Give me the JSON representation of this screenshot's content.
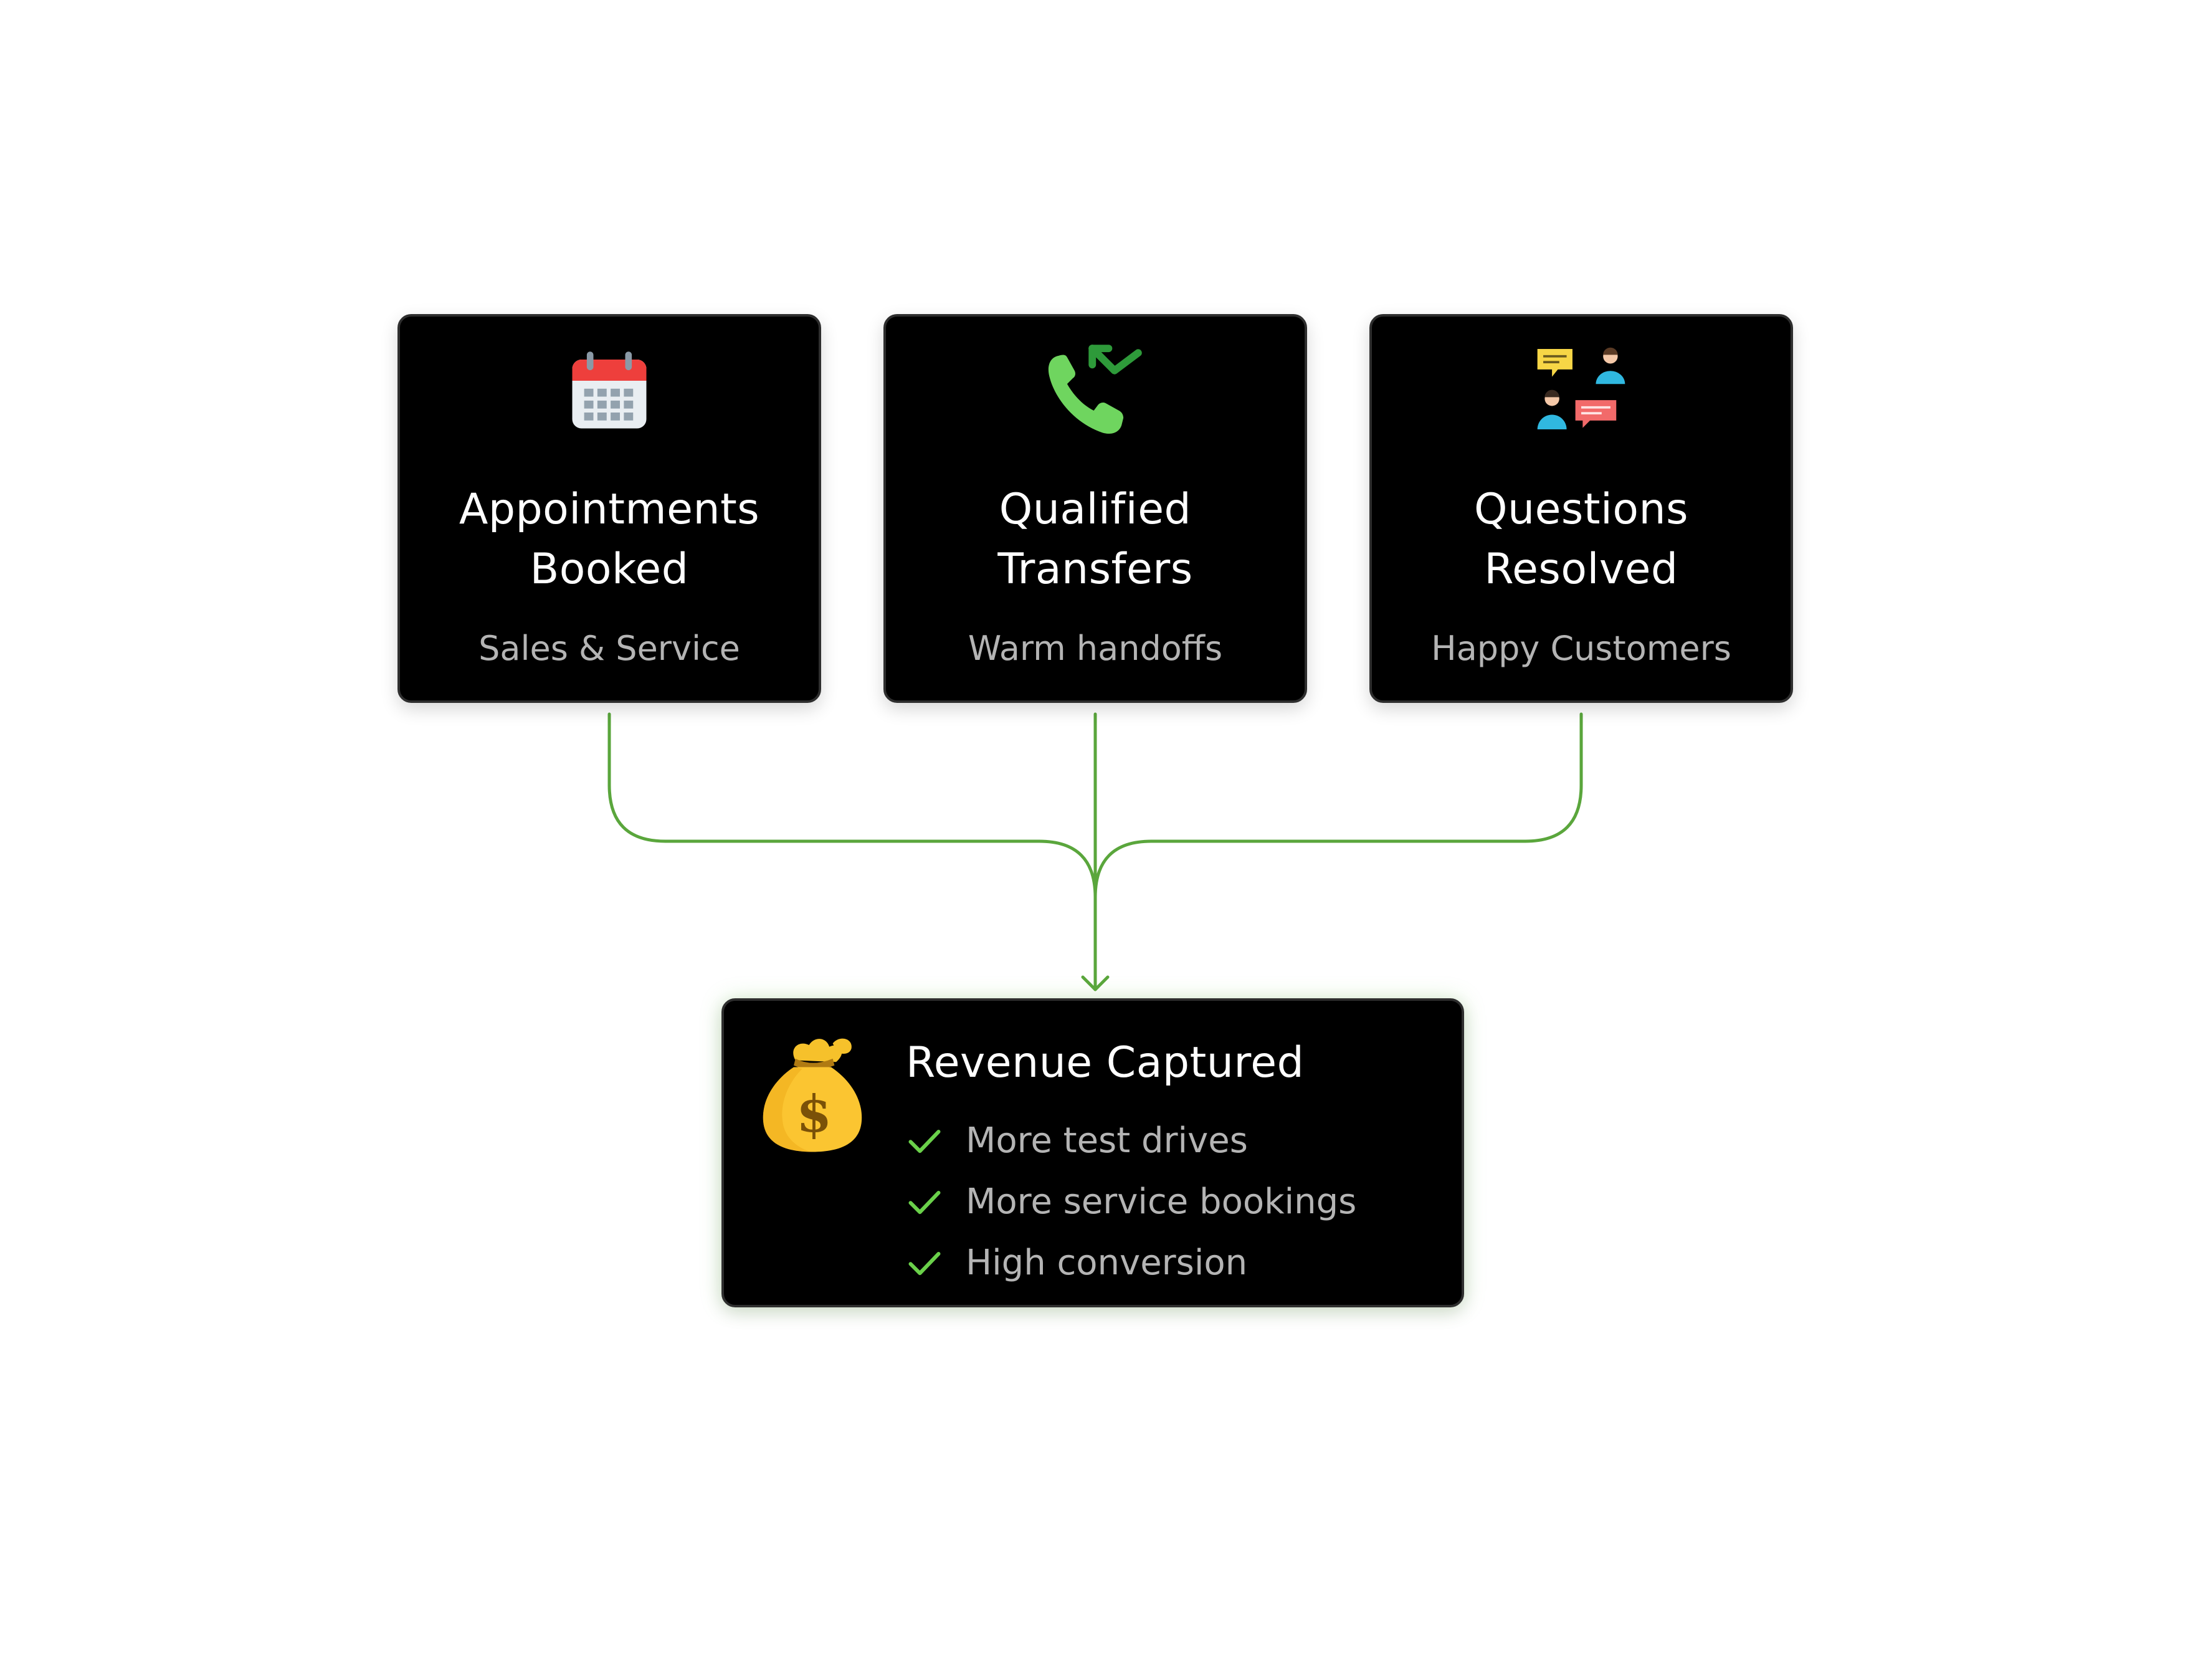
{
  "colors": {
    "card_background": "#000000",
    "card_border": "#2e2e2e",
    "title_text": "#ffffff",
    "subtitle_text": "#b4b4b4",
    "connector": "#5aa63c",
    "check": "#6ad04a"
  },
  "sources": [
    {
      "icon": "calendar-icon",
      "title_line1": "Appointments",
      "title_line2": "Booked",
      "subtitle": "Sales & Service"
    },
    {
      "icon": "phone-transfer-icon",
      "title_line1": "Qualified",
      "title_line2": "Transfers",
      "subtitle": "Warm handoffs"
    },
    {
      "icon": "people-chat-icon",
      "title_line1": "Questions",
      "title_line2": "Resolved",
      "subtitle": "Happy Customers"
    }
  ],
  "outcome": {
    "icon": "money-bag-icon",
    "title": "Revenue Captured",
    "benefits": [
      "More test drives",
      "More service bookings",
      "High conversion"
    ]
  }
}
